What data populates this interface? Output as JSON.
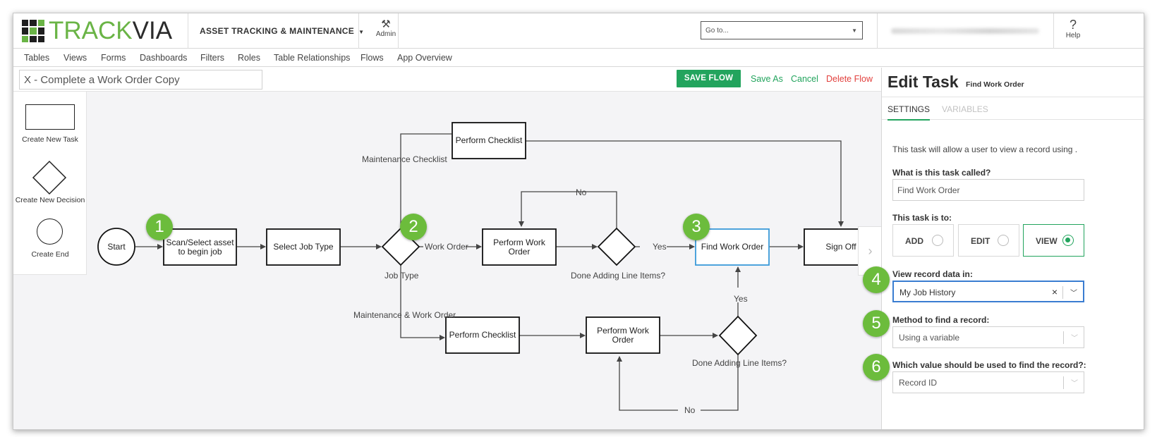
{
  "header": {
    "logo_part1": "TRACK",
    "logo_part2": "VIA",
    "app_name": "ASSET TRACKING & MAINTENANCE",
    "admin_label": "Admin",
    "goto_placeholder": "Go to...",
    "help_label": "Help",
    "help_glyph": "?"
  },
  "nav": {
    "items": [
      "Tables",
      "Views",
      "Forms",
      "Dashboards",
      "Filters",
      "Roles",
      "Table Relationships",
      "Flows",
      "App Overview"
    ]
  },
  "toolbar": {
    "flow_name": "X - Complete a Work Order Copy",
    "save_flow": "SAVE FLOW",
    "save_as": "Save As",
    "cancel": "Cancel",
    "delete_flow": "Delete Flow"
  },
  "palette": {
    "new_task": "Create New Task",
    "new_decision": "Create New Decision",
    "new_end": "Create End"
  },
  "flow": {
    "nodes": {
      "start": "Start",
      "scan": "Scan/Select asset to begin job",
      "select_job": "Select Job Type",
      "job_type": "Job Type",
      "perform_checklist_top": "Perform Checklist",
      "perform_work_order_mid": "Perform Work Order",
      "done_mid": "Done Adding Line Items?",
      "find_work_order": "Find Work Order",
      "sign_off": "Sign Off",
      "perform_checklist_bottom": "Perform Checklist",
      "perform_work_order_bottom": "Perform Work Order",
      "done_bottom": "Done Adding Line Items?"
    },
    "edges": {
      "maintenance_checklist": "Maintenance Checklist",
      "work_order": "Work Order",
      "maintenance_work_order": "Maintenance & Work Order",
      "no_top": "No",
      "yes_mid": "Yes",
      "yes_bottom": "Yes",
      "no_bottom": "No"
    },
    "badges": [
      "1",
      "2",
      "3",
      "4",
      "5",
      "6"
    ]
  },
  "panel": {
    "title": "Edit Task",
    "subtitle": "Find Work Order",
    "tabs": {
      "settings": "SETTINGS",
      "variables": "VARIABLES"
    },
    "description": "This task will allow a user to view a record using .",
    "task_name_label": "What is this task called?",
    "task_name_value": "Find Work Order",
    "task_is_label": "This task is to:",
    "options": [
      {
        "label": "ADD",
        "selected": false
      },
      {
        "label": "EDIT",
        "selected": false
      },
      {
        "label": "VIEW",
        "selected": true
      }
    ],
    "view_record_label": "View record data in:",
    "view_record_value": "My Job History",
    "method_label": "Method to find a record:",
    "method_value": "Using a variable",
    "which_value_label": "Which value should be used to find the record?:",
    "which_value_value": "Record ID"
  },
  "colors": {
    "brand_green": "#6ab446",
    "button_green": "#22a45d",
    "delete_red": "#e2403d",
    "badge_green": "#6cbc3c",
    "selected_blue": "#3a9ad9"
  }
}
